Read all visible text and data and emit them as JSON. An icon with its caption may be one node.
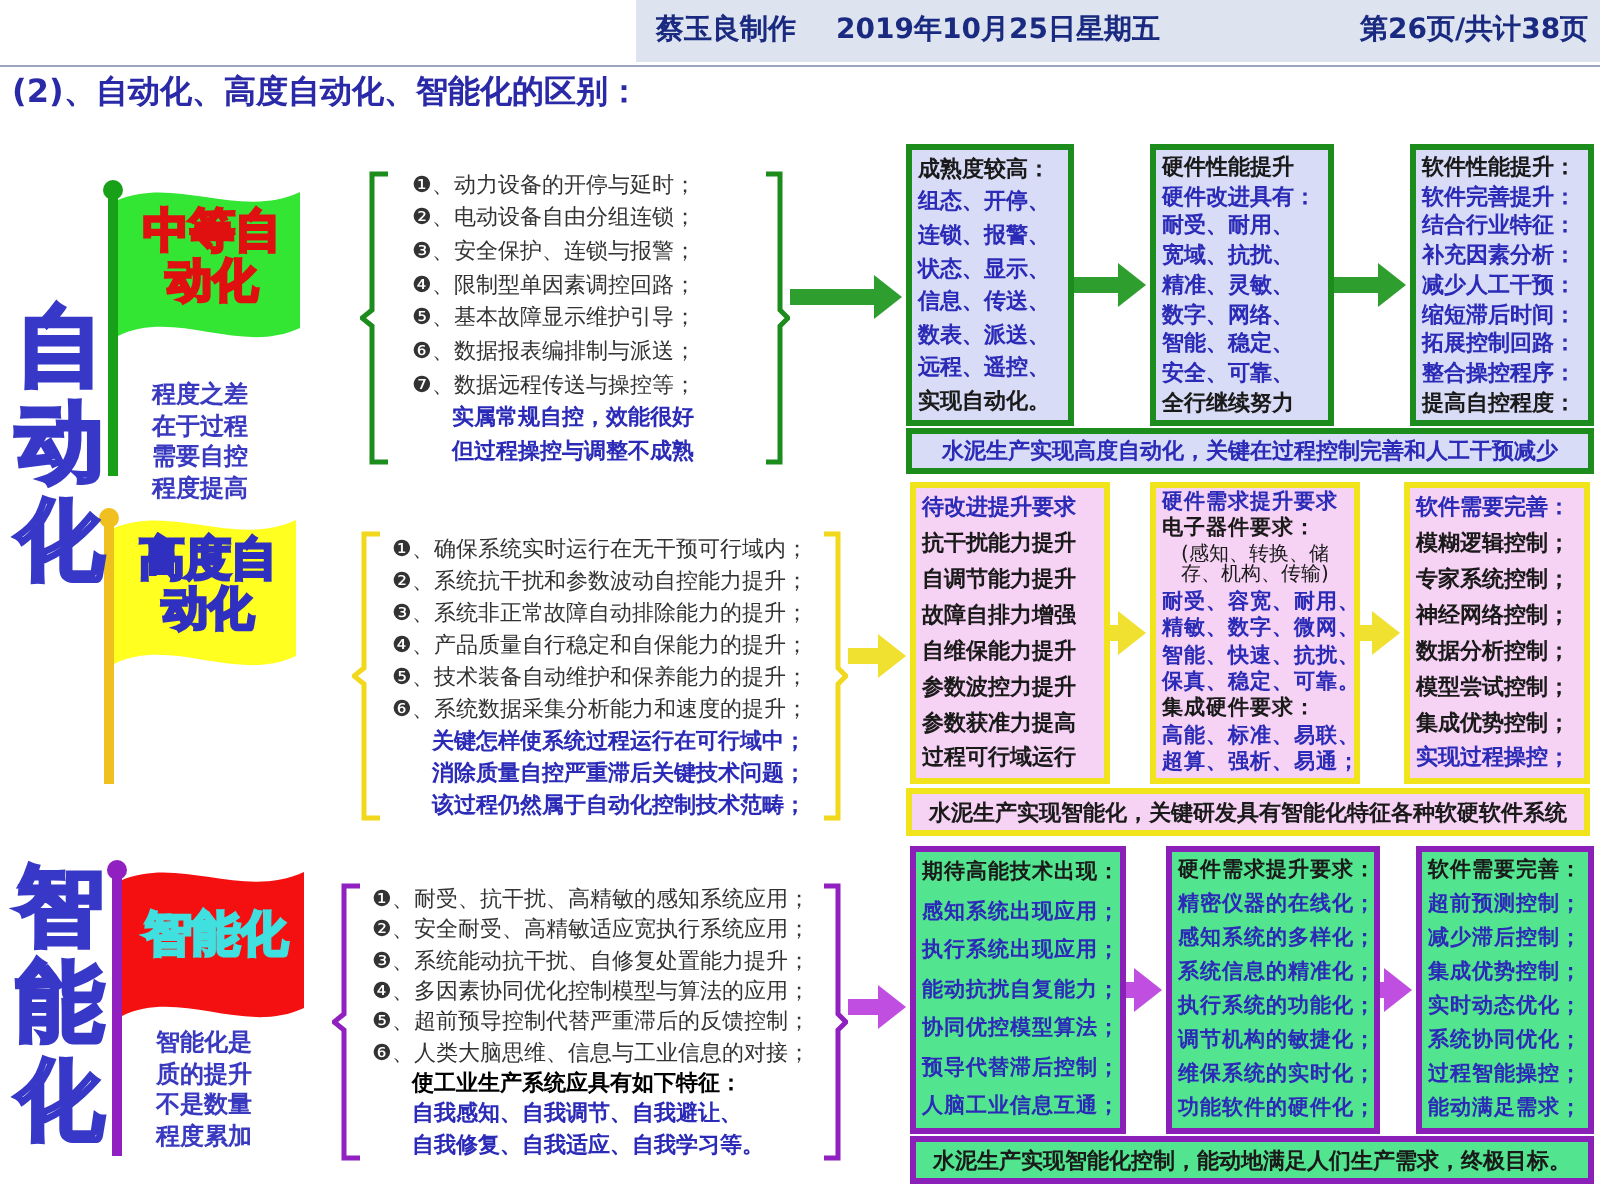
{
  "diagram": {
    "title": "(2)、自动化、高度自动化、智能化的区别：",
    "nodes": [
      {
        "text": [
          "中等自动化"
        ]
      },
      {
        "text": [
          "❶、动力设备的开停与延时；",
          "❷、电动设备自由分组连锁；",
          "❸、安全保护、连锁与报警；",
          "❹、限制型单因素调控回路；",
          "❺、基本故障显示维护引导；",
          "❻、数据报表编排制与派送；",
          "❼、数据远程传送与操控等；",
          "实属常规自控，效能很好",
          "但过程操控与调整不成熟"
        ]
      },
      {
        "text": [
          "成熟度较高：",
          "组态、开停、",
          "连锁、报警、",
          "状态、显示、",
          "信息、传送、",
          "数表、派送、",
          "远程、遥控、",
          "实现自动化。"
        ]
      },
      {
        "text": [
          "硬件性能提升",
          "硬件改进具有：",
          "耐受、耐用、",
          "宽域、抗扰、",
          "精准、灵敏、",
          "数字、网络、",
          "智能、稳定、",
          "安全、可靠、",
          "全行继续努力"
        ]
      },
      {
        "text": [
          "软件性能提升：",
          "软件完善提升：",
          "结合行业特征：",
          "补充因素分析：",
          "减少人工干预：",
          "缩短滞后时间：",
          "拓展控制回路：",
          "整合操控程序：",
          "提高自控程度："
        ]
      },
      {
        "text": [
          "水泥生产实现高度自动化，关键在过程控制完善和人工干预减少"
        ]
      },
      {
        "text": [
          "高度自动化"
        ]
      },
      {
        "text": [
          "❶、确保系统实时运行在无干预可行域内；",
          "❷、系统抗干扰和参数波动自控能力提升；",
          "❸、系统非正常故障自动排除能力的提升；",
          "❹、产品质量自行稳定和自保能力的提升；",
          "❺、技术装备自动维护和保养能力的提升；",
          "❻、系统数据采集分析能力和速度的提升；",
          "关键怎样使系统过程运行在可行域中；",
          "消除质量自控严重滞后关键技术问题；",
          "该过程仍然属于自动化控制技术范畴；"
        ]
      },
      {
        "text": [
          "待改进提升要求",
          "抗干扰能力提升",
          "自调节能力提升",
          "故障自排力增强",
          "自维保能力提升",
          "参数波控力提升",
          "参数获准力提高",
          "过程可行域运行"
        ]
      },
      {
        "text": [
          "硬件需求提升要求",
          "电子器件要求：",
          "(感知、转换、储存、机构、传输)",
          "耐受、容宽、耐用、",
          "精敏、数字、微网、",
          "智能、快速、抗扰、",
          "保真、稳定、可靠。",
          "集成硬件要求：",
          "高能、标准、易联、",
          "超算、强析、易通；"
        ]
      },
      {
        "text": [
          "软件需要完善：",
          "模糊逻辑控制；",
          "专家系统控制；",
          "神经网络控制；",
          "数据分析控制；",
          "模型尝试控制；",
          "集成优势控制；",
          "实现过程操控；"
        ]
      },
      {
        "text": [
          "水泥生产实现智能化，关键研发具有智能化特征各种软硬软件系统"
        ]
      },
      {
        "text": [
          "智能化"
        ],
        "beside": [
          "智能化是质的提升不是数量程度累加"
        ]
      },
      {
        "text": [
          "❶、耐受、抗干扰、高精敏的感知系统应用；",
          "❷、安全耐受、高精敏适应宽执行系统应用；",
          "❸、系统能动抗干扰、自修复处置能力提升；",
          "❹、多因素协同优化控制模型与算法的应用；",
          "❺、超前预导控制代替严重滞后的反馈控制；",
          "❻、人类大脑思维、信息与工业信息的对接；",
          "使工业生产系统应具有如下特征：",
          "自我感知、自我调节、自我避让、",
          "自我修复、自我适应、自我学习等。"
        ]
      },
      {
        "text": [
          "期待高能技术出现：",
          "感知系统出现应用；",
          "执行系统出现应用；",
          "能动抗扰自复能力；",
          "协同优控模型算法；",
          "预导代替滞后控制；",
          "人脑工业信息互通；"
        ]
      },
      {
        "text": [
          "硬件需求提升要求：",
          "精密仪器的在线化；",
          "感知系统的多样化；",
          "系统信息的精准化；",
          "执行系统的功能化；",
          "调节机构的敏捷化；",
          "维保系统的实时化；",
          "功能软件的硬件化；"
        ]
      },
      {
        "text": [
          "软件需要完善：",
          "超前预测控制；",
          "减少滞后控制；",
          "集成优势控制；",
          "实时动态优化；",
          "系统协同优化；",
          "过程智能操控；",
          "能动满足需求；"
        ]
      },
      {
        "text": [
          "水泥生产实现智能化控制，能动地满足人们生产需求，终极目标。"
        ]
      }
    ],
    "edges": [
      {
        "from": 1,
        "to": 2,
        "arrow": "to",
        "color": "#2e9e2e"
      },
      {
        "from": 2,
        "to": 3,
        "arrow": "to",
        "color": "#2e9e2e"
      },
      {
        "from": 3,
        "to": 4,
        "arrow": "to",
        "color": "#2e9e2e"
      },
      {
        "from": 7,
        "to": 8,
        "arrow": "to",
        "color": "#f0e030"
      },
      {
        "from": 8,
        "to": 9,
        "arrow": "to",
        "color": "#f0e030"
      },
      {
        "from": 9,
        "to": 10,
        "arrow": "to",
        "color": "#f0e030"
      },
      {
        "from": 13,
        "to": 14,
        "arrow": "to",
        "color": "#c04ee0"
      },
      {
        "from": 14,
        "to": 15,
        "arrow": "to",
        "color": "#c04ee0"
      },
      {
        "from": 15,
        "to": 16,
        "arrow": "to",
        "color": "#c04ee0"
      }
    ],
    "labels": [
      "蔡玉良制作",
      "2019年10月25日星期五",
      "第26页/共计38页",
      "自动化",
      "程度之差在于过程需要自控程度提高",
      "智能化"
    ]
  }
}
